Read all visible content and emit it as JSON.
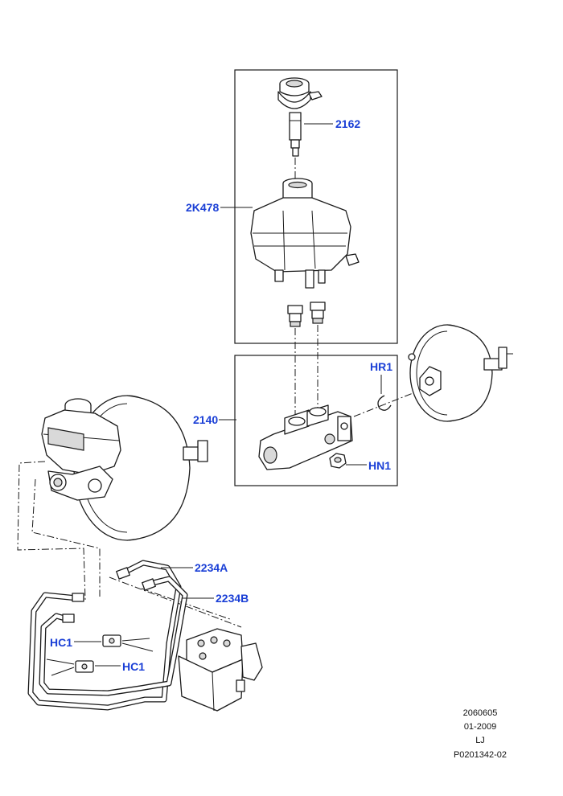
{
  "callouts": {
    "cap_label": "2162",
    "reservoir_label": "2K478",
    "master_cylinder_label": "2140",
    "ring_label": "HR1",
    "nut_label": "HN1",
    "pipe_a_label": "2234A",
    "pipe_b_label": "2234B",
    "clip_upper_label": "HC1",
    "clip_lower_label": "HC1"
  },
  "footer": {
    "line1": "2060605",
    "line2": "01-2009",
    "line3": "LJ",
    "line4": "P0201342-02"
  },
  "colors": {
    "callout": "#1a3fd6",
    "line": "#1a1a1a",
    "background": "#ffffff"
  }
}
